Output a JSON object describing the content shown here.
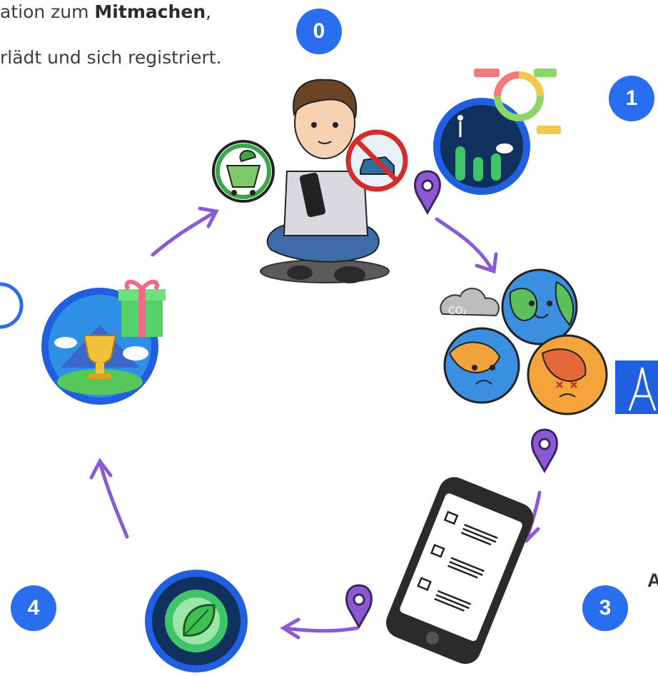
{
  "intro": {
    "line1_prefix": "ation zum ",
    "line1_bold": "Mitmachen",
    "line1_suffix": ",",
    "line2": "rlädt und sich registriert."
  },
  "steps": [
    "0",
    "1",
    "3",
    "4"
  ],
  "cut_text": "A",
  "colors": {
    "badge": "#2a6ef0",
    "arrow": "#8a5bd6",
    "pin": "#8c5ad0",
    "leaf": "#3fbf4f",
    "planet": "#2d8de0"
  },
  "icons": [
    "shopping-cart-icon",
    "no-car-icon",
    "smartphone-icon",
    "map-pin-icon",
    "trophy-icon",
    "gift-icon",
    "leaf-icon",
    "planet-icon",
    "eiffel-tower-icon",
    "checklist-phone-icon",
    "co2-cloud-icon"
  ]
}
